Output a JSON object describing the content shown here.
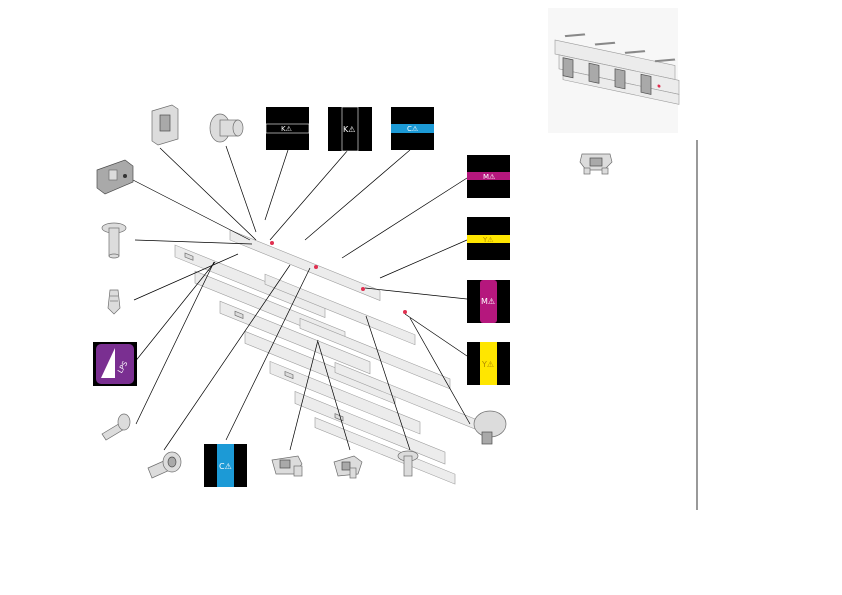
{
  "colors": {
    "black_label": "#000000",
    "cyan": "#1c9ad6",
    "magenta": "#b5177d",
    "yellow": "#ffe600",
    "purple_tag": "#7a2f91",
    "white_stripe": "#ffffff"
  },
  "labels": {
    "k_top_stripe": "K⚠",
    "k_top_tab": "K⚠",
    "c_top": "C⚠",
    "m_right_stripe": "M⚠",
    "y_right_stripe": "Y⚠",
    "m_right_tab": "M⚠",
    "y_right_tab": "Y⚠",
    "c_bottom": "C⚠",
    "purple_tag": "LPS"
  },
  "icons": [
    "bracket-plate-icon",
    "bracket-clip-icon",
    "flanged-bushing-icon",
    "long-pin-icon",
    "short-screw-icon",
    "pin-screw-icon",
    "stepped-bushing-icon",
    "spring-clamp-icon",
    "small-screw-icon",
    "round-knob-icon",
    "overview-assembly-icon",
    "corner-clamp-icon"
  ]
}
